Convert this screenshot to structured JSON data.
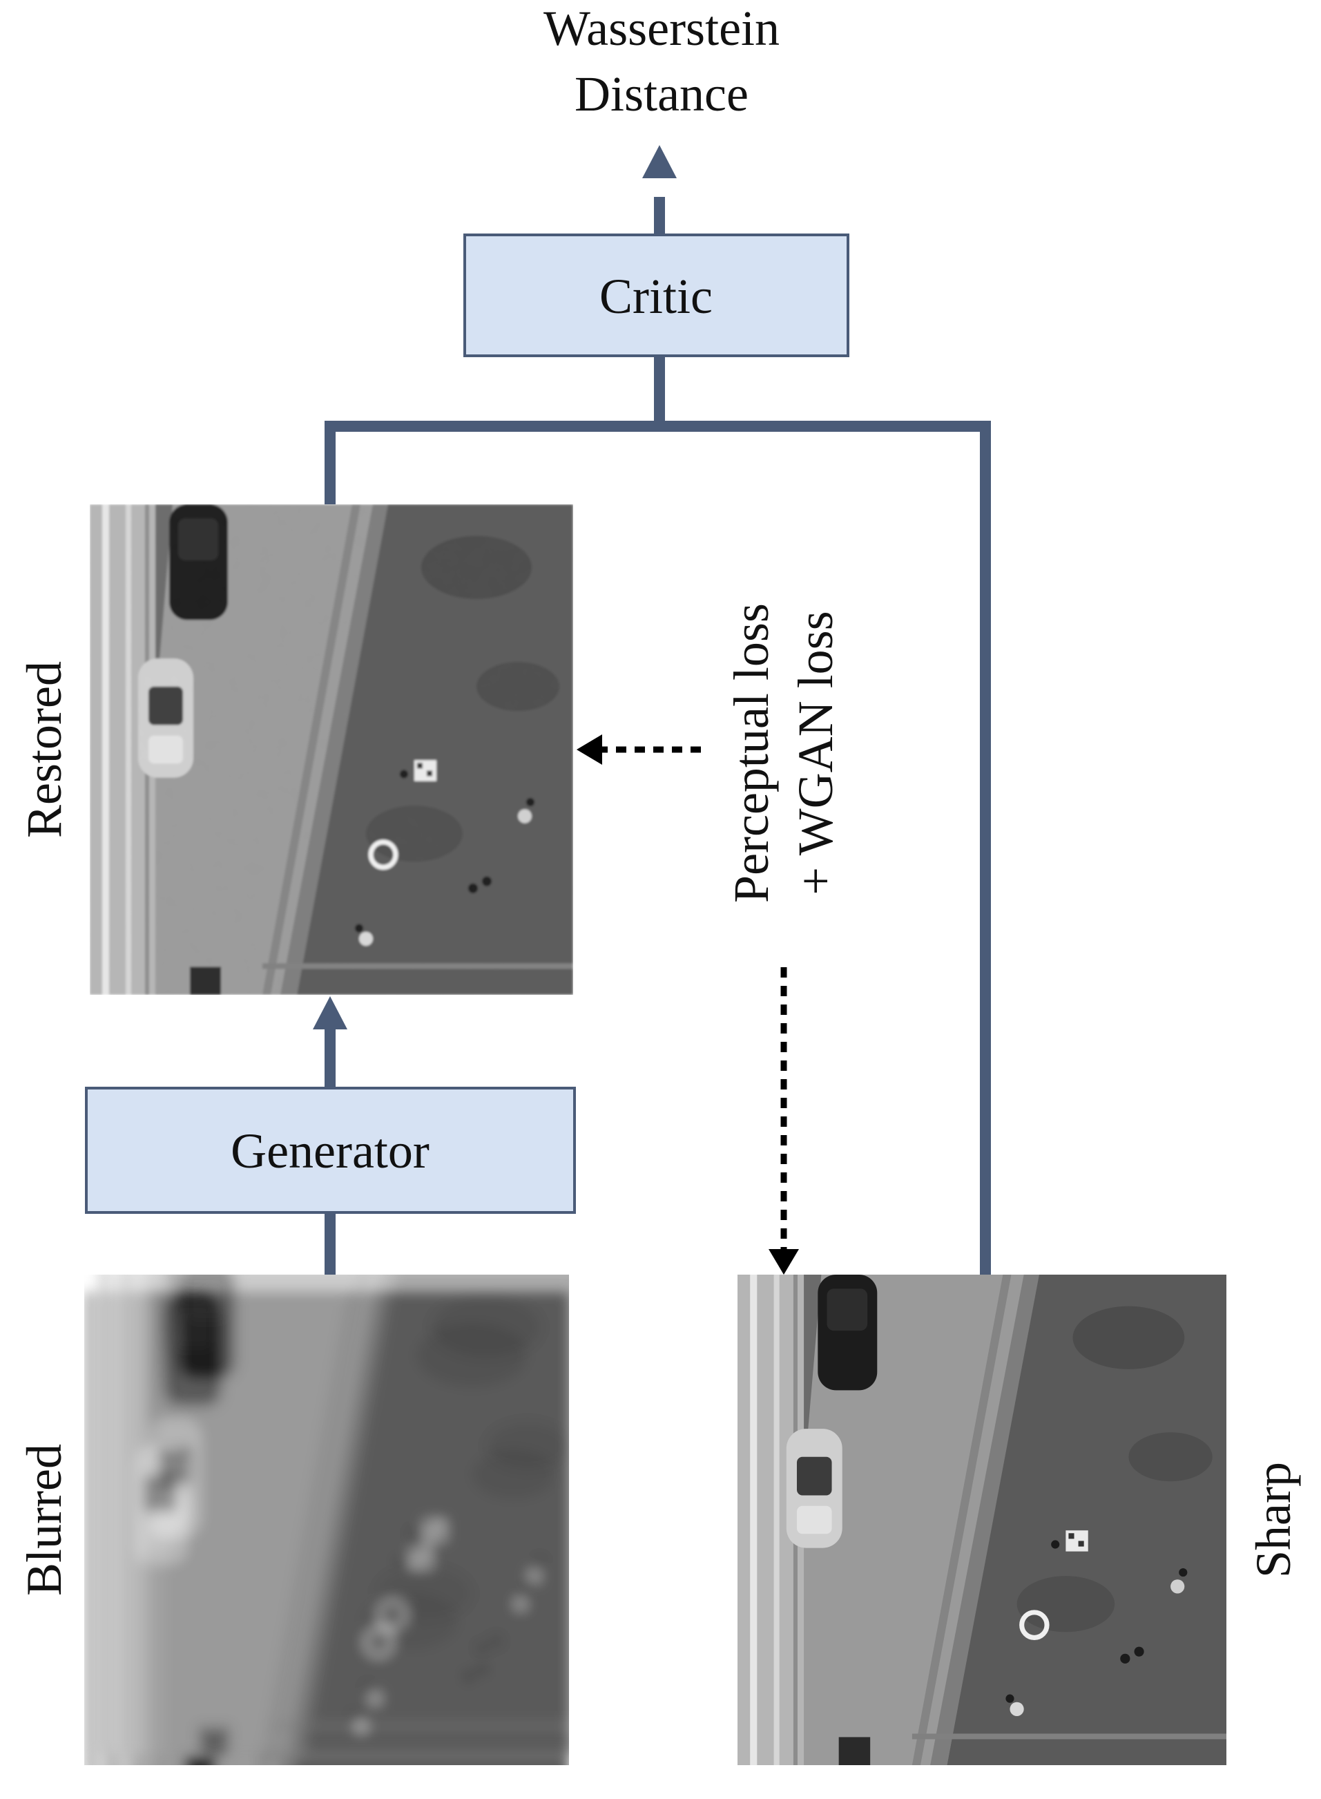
{
  "output_label": {
    "line1": "Wasserstein",
    "line2": "Distance"
  },
  "critic": {
    "label": "Critic"
  },
  "generator": {
    "label": "Generator"
  },
  "images": {
    "restored": {
      "label": "Restored"
    },
    "blurred": {
      "label": "Blurred"
    },
    "sharp": {
      "label": "Sharp"
    }
  },
  "loss_label": {
    "line1": "Perceptual loss",
    "line2": "+ WGAN loss"
  },
  "colors": {
    "connector": "#4a5b78",
    "box_fill": "#d6e2f3",
    "box_stroke": "#4a5b78",
    "dotted_arrow": "#000000"
  }
}
